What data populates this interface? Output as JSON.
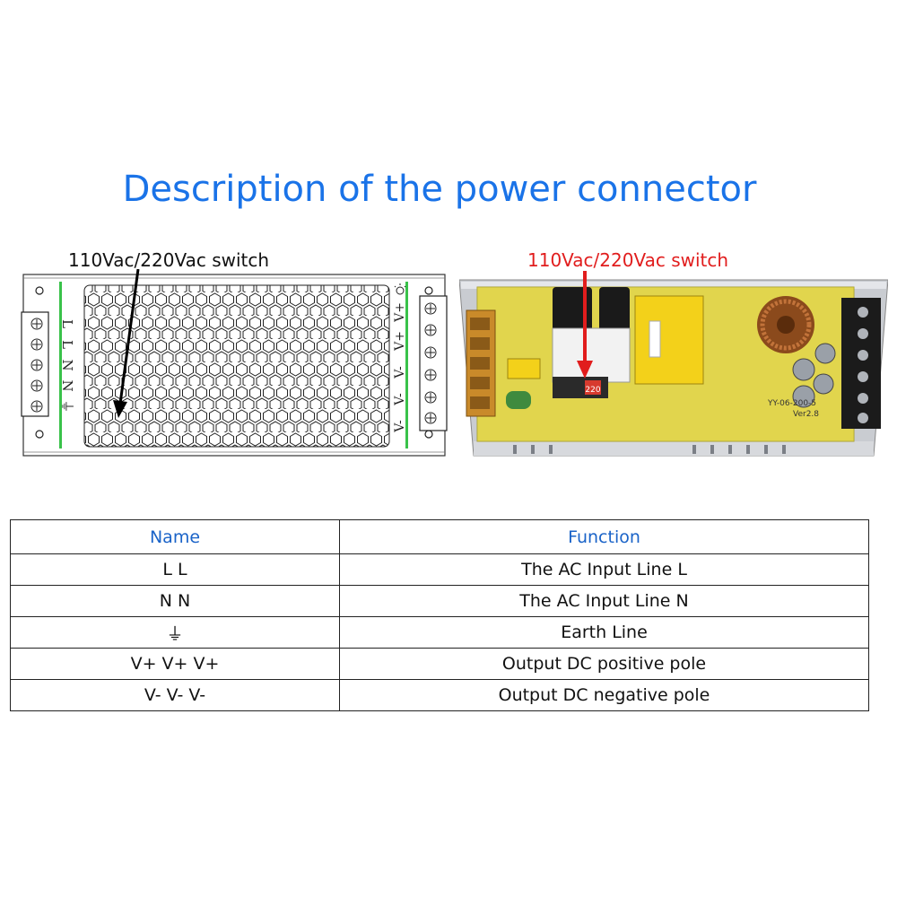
{
  "title": "Description of the power connector",
  "switch_label_left": "110Vac/220Vac switch",
  "switch_label_right": "110Vac/220Vac switch",
  "diagram": {
    "left_terminals": [
      "L",
      "L",
      "N",
      "N",
      "⏚"
    ],
    "right_terminals": [
      "V+",
      "V+",
      "V-",
      "V-",
      "V-"
    ]
  },
  "photo": {
    "switch_text": "220",
    "board_text": "YY-06-200-5",
    "version_text": "Ver2.8"
  },
  "table": {
    "headers": [
      "Name",
      "Function"
    ],
    "rows": [
      {
        "name": "L L",
        "function": "The AC Input Line L"
      },
      {
        "name": "N N",
        "function": "The AC Input Line N"
      },
      {
        "name": "⏚",
        "function": "Earth Line"
      },
      {
        "name": "V+ V+ V+",
        "function": "Output DC positive pole"
      },
      {
        "name": "V- V- V-",
        "function": "Output DC negative pole"
      }
    ]
  }
}
